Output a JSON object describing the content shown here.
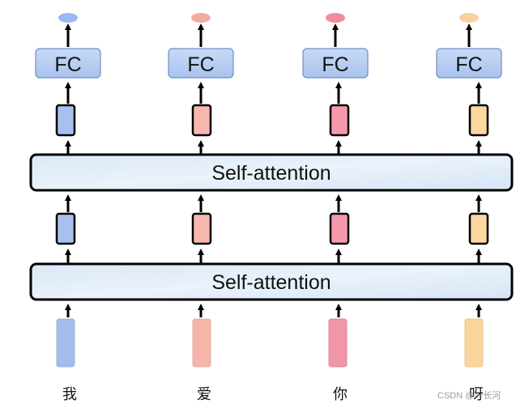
{
  "layers": {
    "self_attention_label": "Self-attention",
    "fc_label": "FC"
  },
  "tokens": [
    {
      "word": "我",
      "color": "#a4bcea"
    },
    {
      "word": "爱",
      "color": "#f5b5a8"
    },
    {
      "word": "你",
      "color": "#f096a6"
    },
    {
      "word": "呀",
      "color": "#fbd49b"
    }
  ],
  "vector_colors": [
    "#a8c0ee",
    "#f6b8ad",
    "#f39aaa",
    "#fcd7a0"
  ],
  "output_colors": [
    "#9db8ee",
    "#f5aaa4",
    "#ef8c9f",
    "#fcd09a"
  ],
  "watermark": "CSDN @一长河"
}
